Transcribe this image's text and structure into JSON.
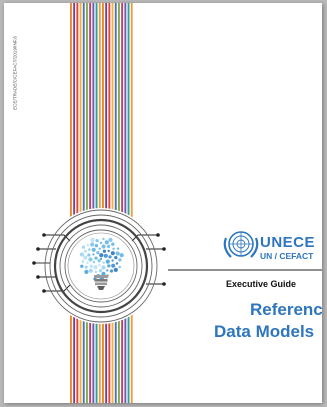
{
  "document": {
    "side_code": "ECE/TRADE/C/CEFACT/2019/INF.6",
    "organization": "UNECE",
    "organization_sub": "UN / CEFACT",
    "doc_type": "Executive Guide",
    "title_line1": "Reference",
    "title_line2": "Data Models"
  },
  "colors": {
    "brand_blue": "#2e76bd",
    "stripe_palette": [
      "#e88a2a",
      "#8e3a86",
      "#d64a3a",
      "#f3b13c",
      "#4a74b8",
      "#7cae4a",
      "#c8366b",
      "#6a5bb0",
      "#2f9f9b",
      "#f19b41"
    ]
  },
  "icons": [
    "un-emblem-icon",
    "lightbulb-icon"
  ]
}
